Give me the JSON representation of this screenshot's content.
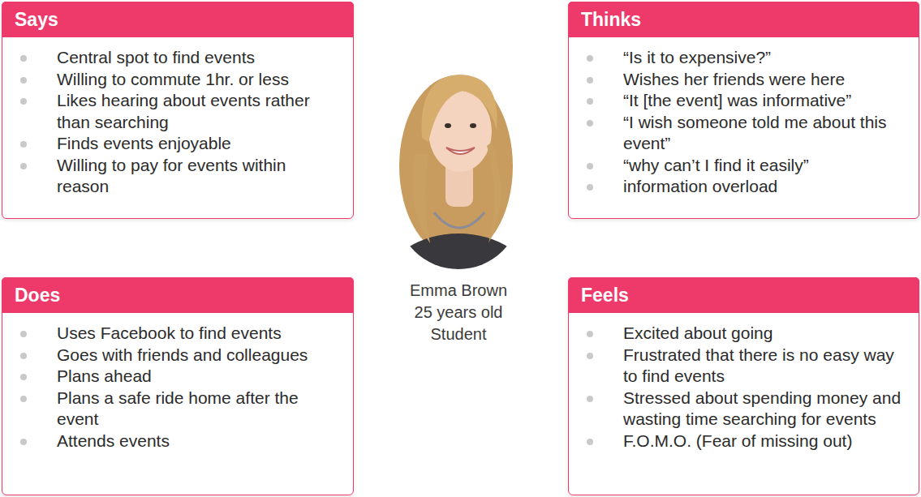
{
  "diagram": {
    "nodes": [
      {
        "text": [
          "Says",
          "Central spot to find events",
          "Willing to commute 1hr. or less",
          "Likes hearing about events rather than searching",
          "Finds events enjoyable",
          "Willing to pay for events within reason"
        ]
      },
      {
        "text": [
          "Thinks",
          "“Is it to expensive?”",
          "Wishes her friends were here",
          "“It [the event] was informative”",
          "“I wish someone told me about this event”",
          "“why can’t I find it easily”",
          "information overload"
        ]
      },
      {
        "text": [
          "Does",
          "Uses Facebook to find events",
          "Goes with friends and colleagues",
          "Plans ahead",
          "Plans a safe ride home after the event",
          "Attends events"
        ]
      },
      {
        "text": [
          "Feels",
          "Excited about going",
          "Frustrated that there is no easy way to find events",
          "Stressed about spending money and wasting time searching for events",
          "F.O.M.O. (Fear of missing out)"
        ]
      }
    ],
    "labels": [
      "Emma Brown",
      "25 years old",
      "Student"
    ]
  }
}
